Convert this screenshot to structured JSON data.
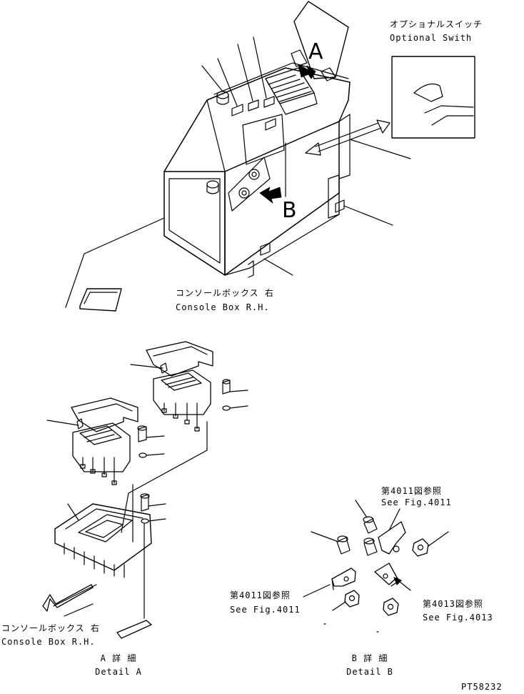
{
  "callouts": {
    "optional_switch_jp": "オプショナルスイッチ",
    "optional_switch_en": "Optional Swith",
    "console_top_jp": "コンソールボックス 右",
    "console_top_en": "Console Box R.H.",
    "console_bottom_jp": "コンソールボックス 右",
    "console_bottom_en": "Console Box R.H.",
    "see_4011_top_jp": "第4011図参照",
    "see_4011_top_en": "See Fig.4011",
    "see_4011_left_jp": "第4011図参照",
    "see_4011_left_en": "See Fig.4011",
    "see_4013_jp": "第4013図参照",
    "see_4013_en": "See Fig.4013"
  },
  "letters": {
    "a": "A",
    "b": "B"
  },
  "details": {
    "a_jp": "A 詳 細",
    "a_en": "Detail A",
    "b_jp": "B 詳 細",
    "b_en": "Detail B"
  },
  "figure_code": "PT58232"
}
